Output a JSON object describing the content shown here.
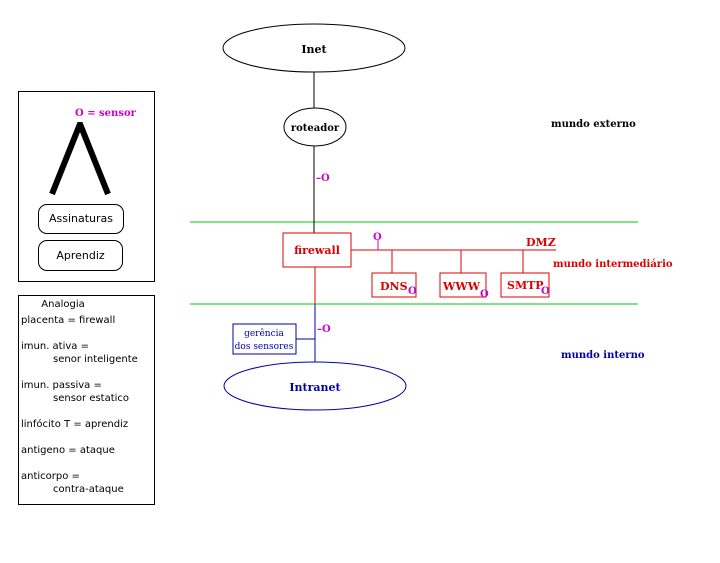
{
  "nodes": {
    "inet": "Inet",
    "roteador": "roteador",
    "firewall": "firewall",
    "dmz": "DMZ",
    "dns": "DNS",
    "www": "WWW",
    "smtp": "SMTP",
    "intranet": "Intranet",
    "gerencia_line1": "gerência",
    "gerencia_line2": "dos sensores"
  },
  "zones": {
    "externo": "mundo externo",
    "intermediario": "mundo intermediário",
    "interno": "mundo interno"
  },
  "sensor_symbol": "O",
  "sensor_tick_label": "–O",
  "legend": {
    "sensor": "O = sensor",
    "symbol": "Λ",
    "assinaturas": "Assinaturas",
    "aprendiz": "Aprendiz"
  },
  "analogia": {
    "title": "Analogia",
    "placenta": "placenta = firewall",
    "imun_ativa": "imun. ativa =",
    "imun_ativa_2": "senor inteligente",
    "imun_passiva": "imun. passiva =",
    "imun_passiva_2": "sensor estatico",
    "linfocito": "linfócito T = aprendiz",
    "antigeno": "antigeno = ataque",
    "anticorpo": "anticorpo =",
    "anticorpo_2": "contra-ataque"
  },
  "colors": {
    "external": "#000000",
    "intermediate": "#dd0000",
    "internal": "#0000aa",
    "sensor": "#cc00cc",
    "boundary": "#00cc00"
  }
}
